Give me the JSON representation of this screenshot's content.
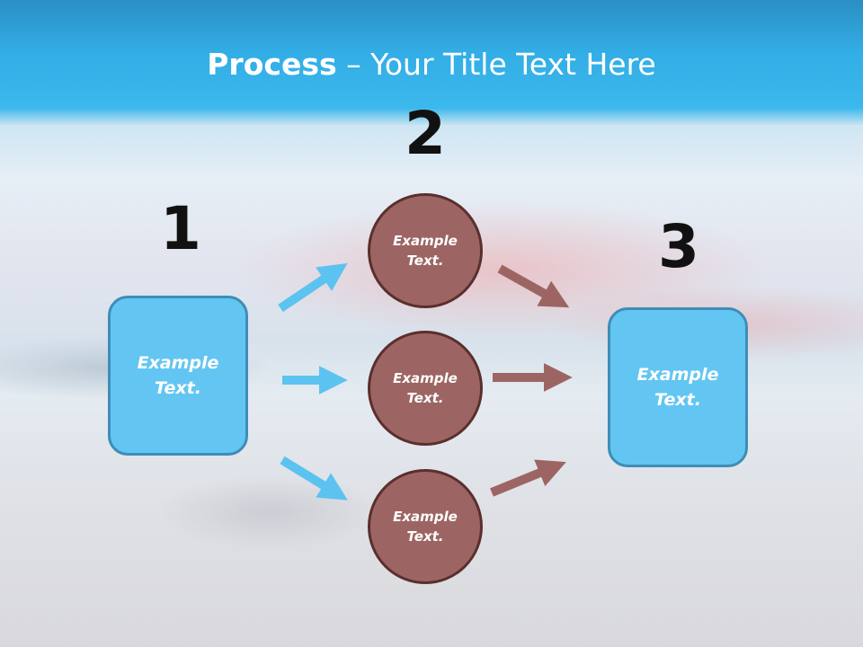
{
  "title": {
    "bold": "Process",
    "rest": " – Your Title Text Here"
  },
  "steps": {
    "one": "1",
    "two": "2",
    "three": "3"
  },
  "nodes": {
    "left_box": "Example Text.",
    "circle_top": "Example Text.",
    "circle_middle": "Example Text.",
    "circle_bottom": "Example Text.",
    "right_box": "Example Text."
  },
  "colors": {
    "box": "#63c6f2",
    "circle": "#9c6563",
    "arrow_blue": "#5cc3f0",
    "arrow_brown": "#9c6563"
  }
}
